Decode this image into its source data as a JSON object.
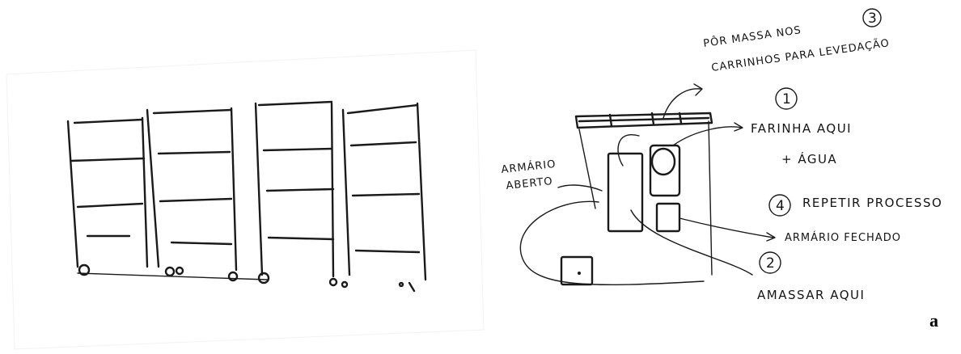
{
  "panel_letter": "a",
  "labels": {
    "armario_aberto_1": "ARMÁRIO",
    "armario_aberto_2": "ABERTO",
    "por_massa_1": "PÔR MASSA NOS",
    "por_massa_2": "CARRINHOS PARA LEVEDAÇÃO",
    "farinha": "FARINHA AQUI",
    "agua": "+ ÁGUA",
    "repetir": "REPETIR PROCESSO",
    "armario_fechado": "ARMÁRIO FECHADO",
    "amassar": "AMASSAR AQUI"
  },
  "step_numbers": {
    "step_1": "1",
    "step_2": "2",
    "step_3": "3",
    "step_4": "4"
  }
}
